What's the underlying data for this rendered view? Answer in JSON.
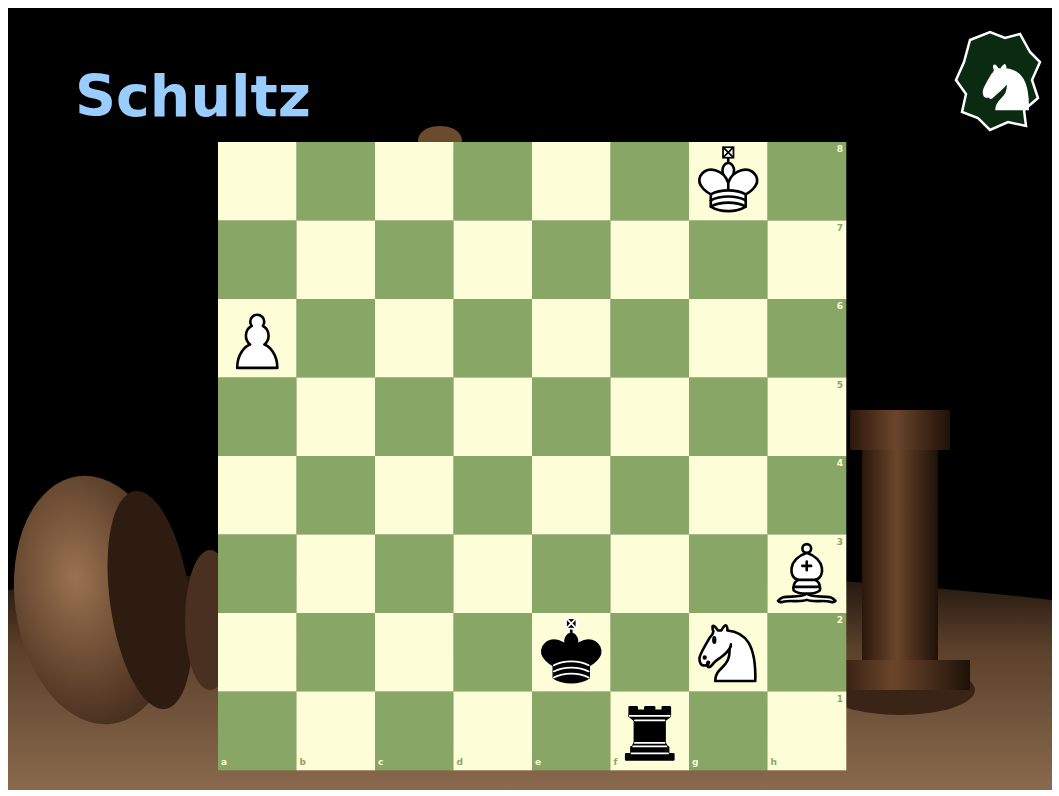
{
  "diagram": {
    "title": "Schultz",
    "labels": [
      "8",
      "7",
      "6",
      "5",
      "4",
      "3",
      "2",
      "1",
      "a",
      "b",
      "c",
      "d",
      "e",
      "f",
      "g",
      "h"
    ]
  }
}
